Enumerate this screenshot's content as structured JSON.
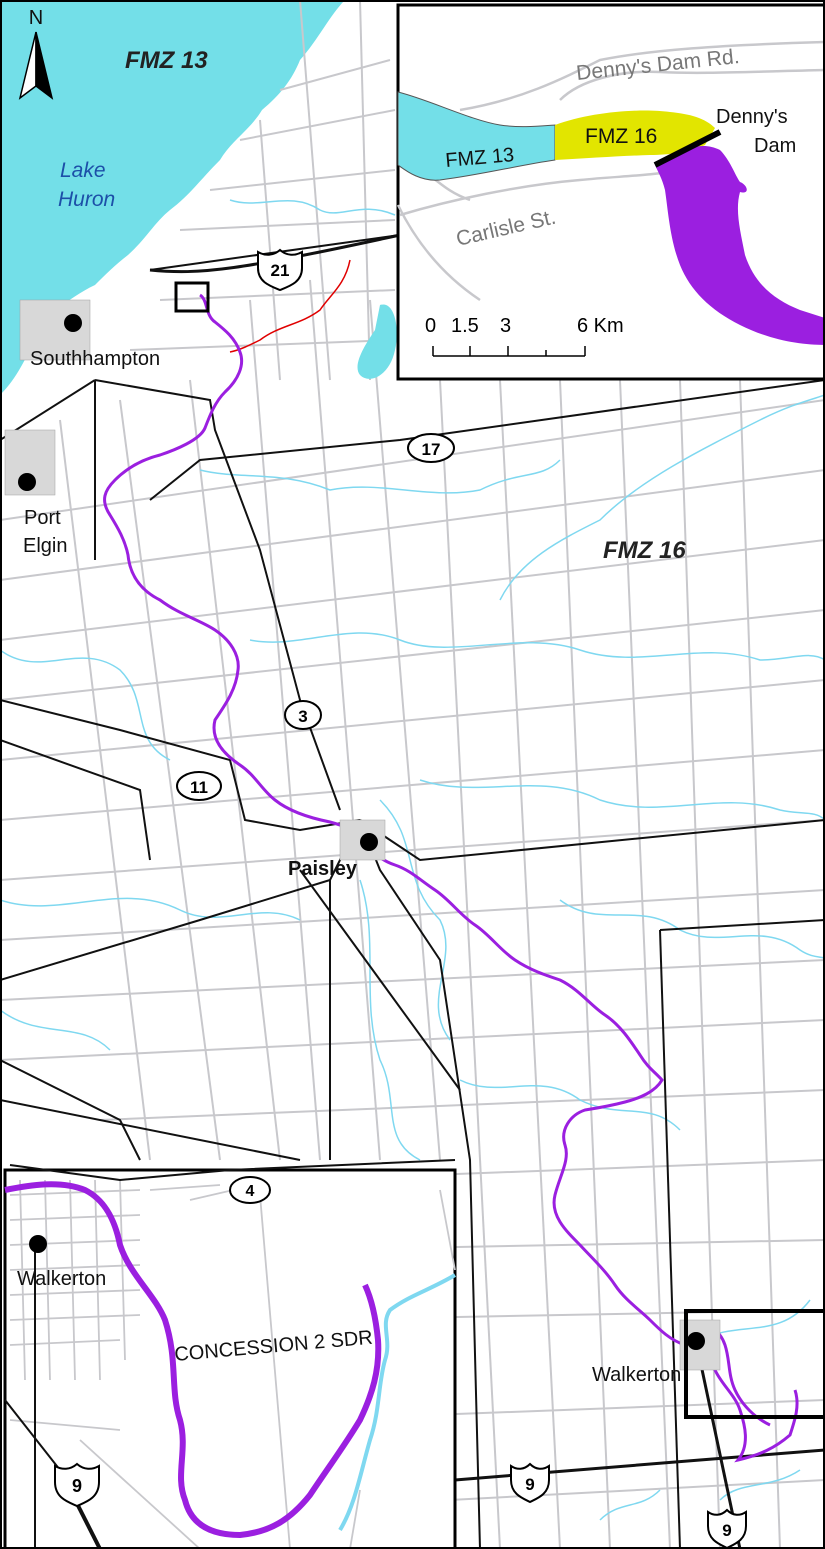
{
  "north_label": "N",
  "zones": {
    "fmz13": "FMZ 13",
    "fmz16": "FMZ 16"
  },
  "lake": {
    "line1": "Lake",
    "line2": "Huron"
  },
  "towns": {
    "southhampton": "Southhampton",
    "port_elgin_1": "Port",
    "port_elgin_2": "Elgin",
    "paisley": "Paisley",
    "walkerton": "Walkerton"
  },
  "highways": {
    "h21": "21",
    "h17": "17",
    "h3": "3",
    "h11": "11",
    "h4": "4",
    "h9": "9"
  },
  "inset_top": {
    "road1": "Denny's Dam Rd.",
    "road2": "Carlisle St.",
    "zone13": "FMZ 13",
    "zone16": "FMZ 16",
    "dam_1": "Denny's",
    "dam_2": "Dam",
    "scale_labels": [
      "0",
      "1.5",
      "3",
      "6 Km"
    ]
  },
  "inset_bottom": {
    "town": "Walkerton",
    "road": "CONCESSION 2 SDR",
    "highway": "9"
  },
  "colors": {
    "lake": "#73dfe8",
    "river": "#9b1fe0",
    "fmz16_zone": "#e2e500",
    "roads_minor": "#c8c8cc",
    "roads_major": "#000000",
    "streams": "#7fd8f0",
    "boundary_red": "#e00000"
  }
}
